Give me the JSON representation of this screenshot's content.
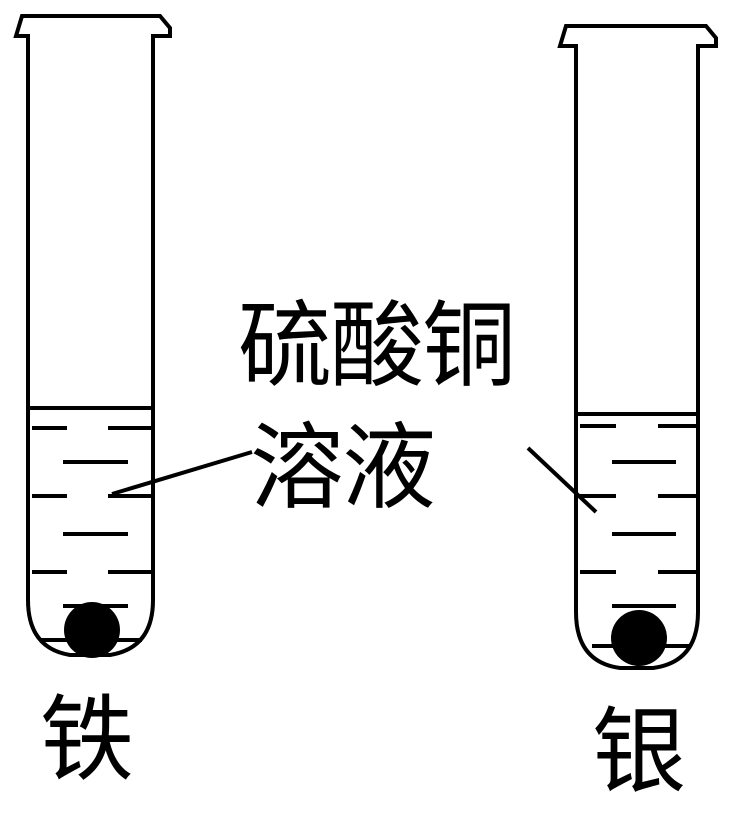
{
  "labels": {
    "solution_line1": "硫酸铜",
    "solution_line2": "溶液",
    "left_metal": "铁",
    "right_metal": "银"
  },
  "colors": {
    "ink": "#000000",
    "background": "#ffffff"
  }
}
